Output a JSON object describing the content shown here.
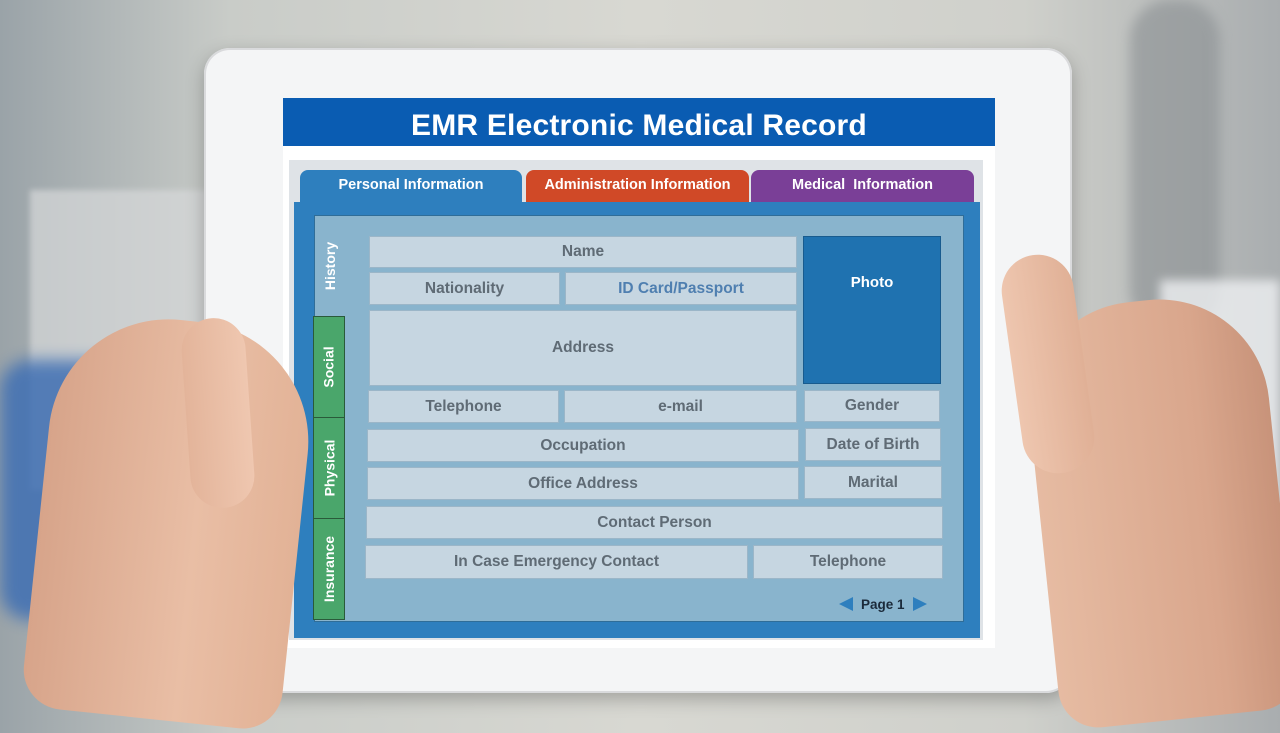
{
  "app": {
    "title": "EMR Electronic Medical Record"
  },
  "tabs": [
    {
      "label": "Personal Information",
      "color": "#2e7fbe"
    },
    {
      "label": "Administration Information",
      "color": "#d04927"
    },
    {
      "label": "Medical  Information",
      "color": "#7a3f97"
    }
  ],
  "side_tabs": [
    "History",
    "Social",
    "Physical",
    "Insurance"
  ],
  "fields": {
    "name": "Name",
    "nationality": "Nationality",
    "id_card": "ID Card/Passport",
    "address": "Address",
    "photo": "Photo",
    "telephone": "Telephone",
    "email": "e-mail",
    "gender": "Gender",
    "occupation": "Occupation",
    "date_of_birth": "Date of Birth",
    "office_address": "Office Address",
    "marital": "Marital",
    "contact_person": "Contact Person",
    "emergency_contact": "In Case Emergency Contact",
    "emergency_telephone": "Telephone"
  },
  "pager": {
    "label": "Page 1",
    "prev_icon": "arrow-left-icon",
    "next_icon": "arrow-right-icon"
  },
  "colors": {
    "title_bar": "#0a5cb2",
    "side_tab_active": "#4aa66b",
    "photo_box": "#1f72b0"
  }
}
